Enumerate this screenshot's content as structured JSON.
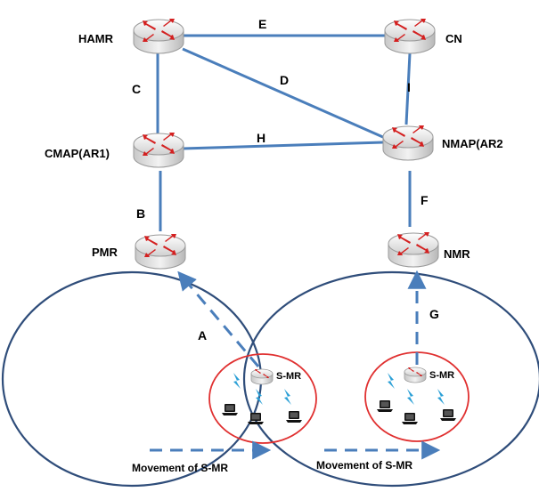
{
  "nodes": {
    "hamr": "HAMR",
    "cn": "CN",
    "cmap": "CMAP(AR1)",
    "nmap": "NMAP(AR2",
    "pmr": "PMR",
    "nmr": "NMR",
    "smr_left": "S-MR",
    "smr_right": "S-MR"
  },
  "links": {
    "a": "A",
    "b": "B",
    "c": "C",
    "d": "D",
    "e": "E",
    "f": "F",
    "g": "G",
    "h": "H",
    "i": "I"
  },
  "movement": {
    "left": "Movement of S-MR",
    "right": "Movement of S-MR"
  },
  "colors": {
    "link": "#4a7ebb",
    "cell": "#2f4d7a",
    "subnet": "#e03030",
    "router_body": "#d9d9d9",
    "router_arrows": "#d42020",
    "wireless": "#2a9fd6",
    "laptop": "#111111"
  },
  "icons": [
    "router-icon",
    "wireless-icon",
    "laptop-icon"
  ]
}
